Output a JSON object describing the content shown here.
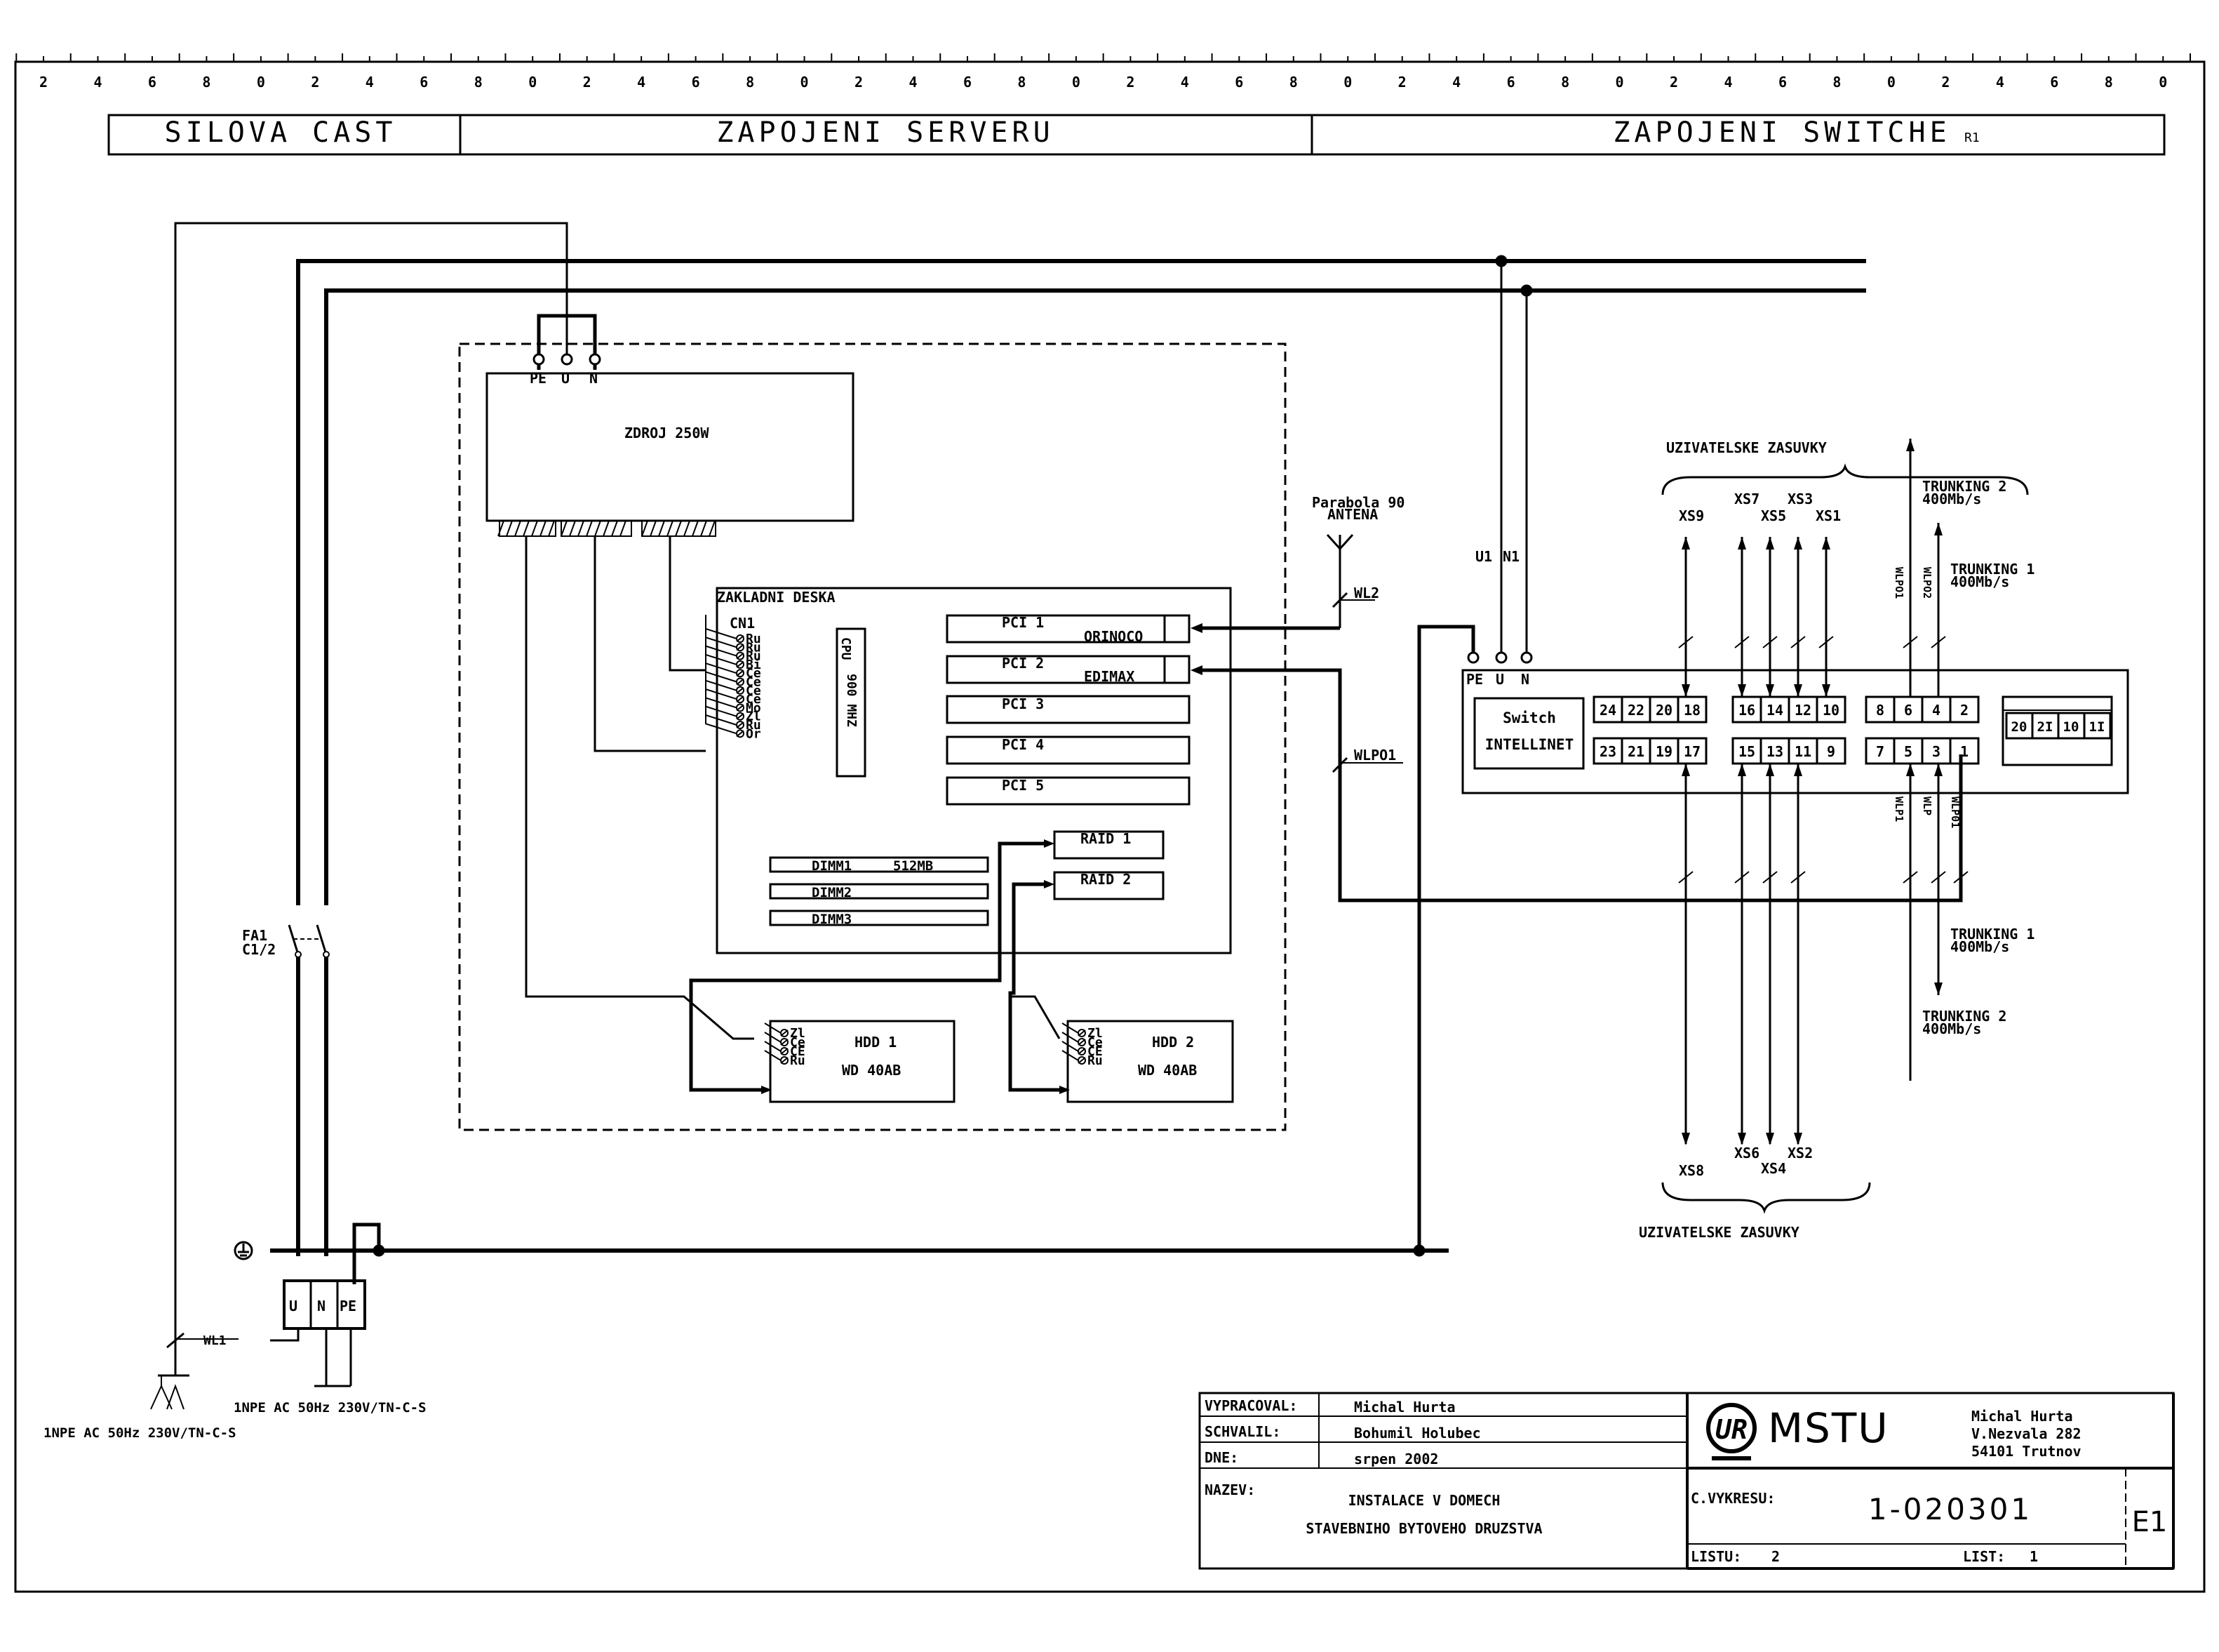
{
  "header": {
    "section1": "SILOVA CAST",
    "section2": "ZAPOJENI SERVERU",
    "section3": "ZAPOJENI SWITCHE",
    "revision": "R1"
  },
  "ruler": {
    "labels": [
      "2",
      "4",
      "6",
      "8",
      "0",
      "2",
      "4",
      "6",
      "8",
      "0",
      "2",
      "4",
      "6",
      "8",
      "0",
      "2",
      "4",
      "6",
      "8",
      "0",
      "2",
      "4",
      "6",
      "8",
      "0",
      "2",
      "4",
      "6",
      "8",
      "0",
      "2",
      "4",
      "6",
      "8",
      "0",
      "2",
      "4",
      "6",
      "8",
      "0"
    ]
  },
  "server": {
    "psu_terminals": [
      "PE",
      "U",
      "N"
    ],
    "psu_label": "ZDROJ 250W",
    "mb_title": "ZAKLADNI DESKA",
    "cn1_label": "CN1",
    "cn1_pins": [
      "Ru",
      "Ru",
      "Ru",
      "Bi",
      "Ce",
      "Ce",
      "Ce",
      "Ce",
      "Mo",
      "Zl",
      "Ru",
      "Or"
    ],
    "cpu_label": "CPU",
    "cpu_speed": "900 MHZ",
    "pci": [
      "PCI 1",
      "PCI 2",
      "PCI 3",
      "PCI 4",
      "PCI 5"
    ],
    "card1": "ORINOCO",
    "card2": "EDIMAX",
    "raid": [
      "RAID 1",
      "RAID 2"
    ],
    "dimm": [
      "DIMM1",
      "DIMM2",
      "DIMM3"
    ],
    "dimm1_size": "512MB",
    "hdd_pins": [
      "Zl",
      "Ce",
      "CE",
      "Ru"
    ],
    "hdd1": "HDD 1",
    "hdd2": "HDD 2",
    "hdd_model": "WD 40AB"
  },
  "antenna": {
    "line1": "Parabola 90",
    "line2": "ANTENA"
  },
  "cables": {
    "wl2": "WL2",
    "wlpo1": "WLPO1",
    "wl1": "WL1"
  },
  "switch": {
    "terminals": [
      "PE",
      "U",
      "N"
    ],
    "feed": [
      "U1",
      "N1"
    ],
    "name1": "Switch",
    "name2": "INTELLINET",
    "ports_top_a": [
      "24",
      "22",
      "20",
      "18"
    ],
    "ports_bot_a": [
      "23",
      "21",
      "19",
      "17"
    ],
    "ports_top_b": [
      "16",
      "14",
      "12",
      "10"
    ],
    "ports_bot_b": [
      "15",
      "13",
      "11",
      "9"
    ],
    "ports_top_c": [
      "8",
      "6",
      "4",
      "2"
    ],
    "ports_bot_c": [
      "7",
      "5",
      "3",
      "1"
    ],
    "ports_d": [
      "20",
      "2I",
      "10",
      "1I"
    ],
    "sockets_top_title": "UZIVATELSKE ZASUVKY",
    "sockets_bottom_title": "UZIVATELSKE ZASUVKY",
    "xs_top": [
      "XS9",
      "XS7",
      "XS3",
      "XS5",
      "XS1"
    ],
    "xs_bottom": [
      "XS8",
      "XS6",
      "XS2",
      "XS4"
    ],
    "trunk_top_2": "TRUNKING 2",
    "trunk_top_1": "TRUNKING 1",
    "trunk_bot_1": "TRUNKING 1",
    "trunk_bot_2": "TRUNKING 2",
    "speed": "400Mb/s",
    "vert_labels": [
      "WLPO1",
      "WLPO2",
      "WLP1",
      "WLP",
      "WLP01"
    ]
  },
  "power": {
    "breaker": "FA1",
    "breaker_rating": "C1/2",
    "terminals": [
      "U",
      "N",
      "PE"
    ],
    "supply1": "1NPE AC 50Hz 230V/TN-C-S",
    "supply2": "1NPE AC 50Hz 230V/TN-C-S"
  },
  "titleblock": {
    "vypracoval_label": "VYPRACOVAL:",
    "vypracoval": "Michal Hurta",
    "schvalil_label": "SCHVALIL:",
    "schvalil": "Bohumil Holubec",
    "dne_label": "DNE:",
    "dne": "srpen 2002",
    "nazev_label": "NAZEV:",
    "nazev1": "INSTALACE V DOMECH",
    "nazev2": "STAVEBNIHO BYTOVEHO DRUZSTVA",
    "logo_text": "MSTU",
    "logo_mark": "UR",
    "author1": "Michal Hurta",
    "author2": "V.Nezvala 282",
    "author3": "54101 Trutnov",
    "cvykresu_label": "C.VYKRESU:",
    "cvykresu": "1-020301",
    "listu_label": "LISTU:",
    "listu": "2",
    "list_label": "LIST:",
    "list": "1",
    "sheet": "E1"
  },
  "colors": {
    "ink": "#000000",
    "paper": "#ffffff"
  }
}
